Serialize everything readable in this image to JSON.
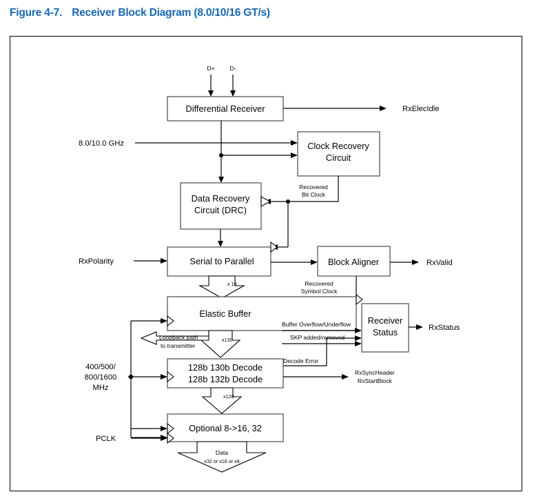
{
  "figure": {
    "number": "Figure 4-7.",
    "title": "Receiver Block Diagram (8.0/10/16 GT/s)",
    "title_color": "#1767b0"
  },
  "blocks": {
    "differential_receiver": "Differential Receiver",
    "clock_recovery_line1": "Clock Recovery",
    "clock_recovery_line2": "Circuit",
    "data_recovery_line1": "Data Recovery",
    "data_recovery_line2": "Circuit (DRC)",
    "serial_to_parallel": "Serial to Parallel",
    "block_aligner": "Block Aligner",
    "elastic_buffer": "Elastic Buffer",
    "receiver_status_line1": "Receiver",
    "receiver_status_line2": "Status",
    "decode_line1": "128b 130b Decode",
    "decode_line2": "128b 132b Decode",
    "optional_widen": "Optional 8->16, 32"
  },
  "inputs": {
    "d_plus": "D+",
    "d_minus": "D-",
    "ref_clock": "8.0/10.0 GHz",
    "rx_polarity": "RxPolarity",
    "pclk": "PCLK",
    "mhz_line1": "400/500/",
    "mhz_line2": "800/1600",
    "mhz_line3": "MHz"
  },
  "outputs": {
    "rx_elec_idle": "RxElecIdle",
    "rx_valid": "RxValid",
    "rx_status": "RxStatus",
    "rx_sync_header": "RxSyncHeader",
    "rx_start_block": "RxStartBlock"
  },
  "signals": {
    "recovered_bit_clock_line1": "Recovered",
    "recovered_bit_clock_line2": "Bit Clock",
    "recovered_symbol_clock_line1": "Recovered",
    "recovered_symbol_clock_line2": "Symbol Clock",
    "buffer_overflow_underflow": "Buffer Overflow/Underflow",
    "skp_added_removed": "SKP added/removed",
    "decode_error": "Decode Error",
    "loopback_line1": "Loopback path",
    "loopback_line2": "to transmitter"
  },
  "bus_widths": {
    "x10": "x 10",
    "x130": "x130",
    "x128": "x128",
    "data_label": "Data",
    "data_width": "x32 or x16 or x8"
  }
}
